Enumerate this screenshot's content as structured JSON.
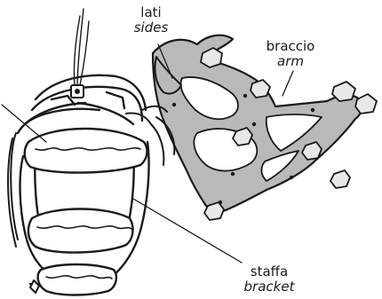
{
  "labels": {
    "sides": {
      "it": "lati",
      "en": "sides"
    },
    "arm": {
      "it": "braccio",
      "en": "arm"
    },
    "bracket": {
      "it": "staffa",
      "en": "bracket"
    }
  },
  "colors": {
    "line": "#1a1a1a",
    "fill_gray": "#b9b9b9",
    "fill_light": "#e8e8e8",
    "background": "#ffffff"
  }
}
